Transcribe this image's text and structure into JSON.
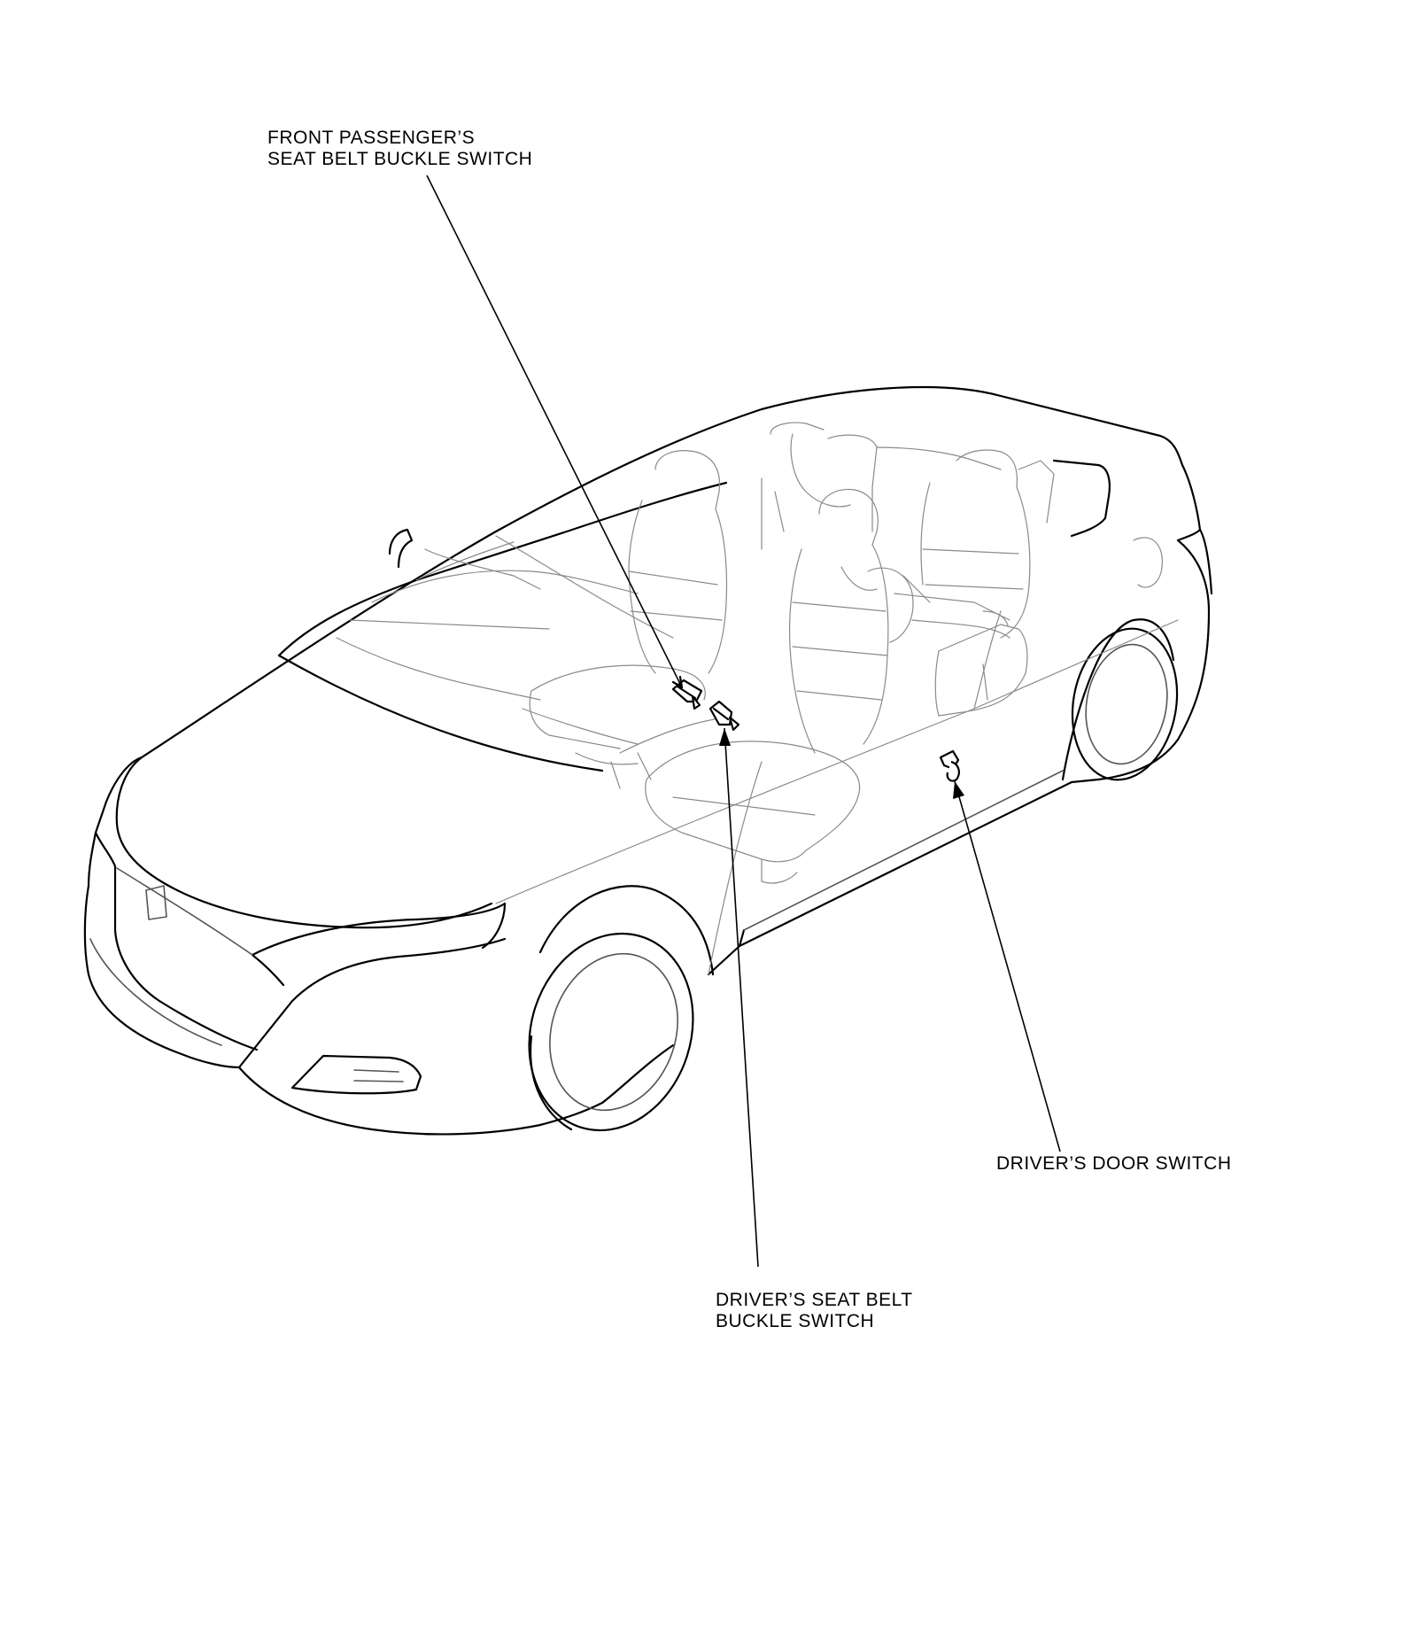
{
  "callouts": {
    "front_passenger_buckle": {
      "line1": "FRONT PASSENGER’S",
      "line2": "SEAT BELT BUCKLE SWITCH"
    },
    "drivers_door_switch": {
      "line1": "DRIVER’S DOOR SWITCH"
    },
    "drivers_buckle": {
      "line1": "DRIVER’S SEAT BELT",
      "line2": "BUCKLE SWITCH"
    }
  },
  "colors": {
    "line": "#000000",
    "interior_line": "#8a8a8a",
    "background": "#ffffff"
  }
}
